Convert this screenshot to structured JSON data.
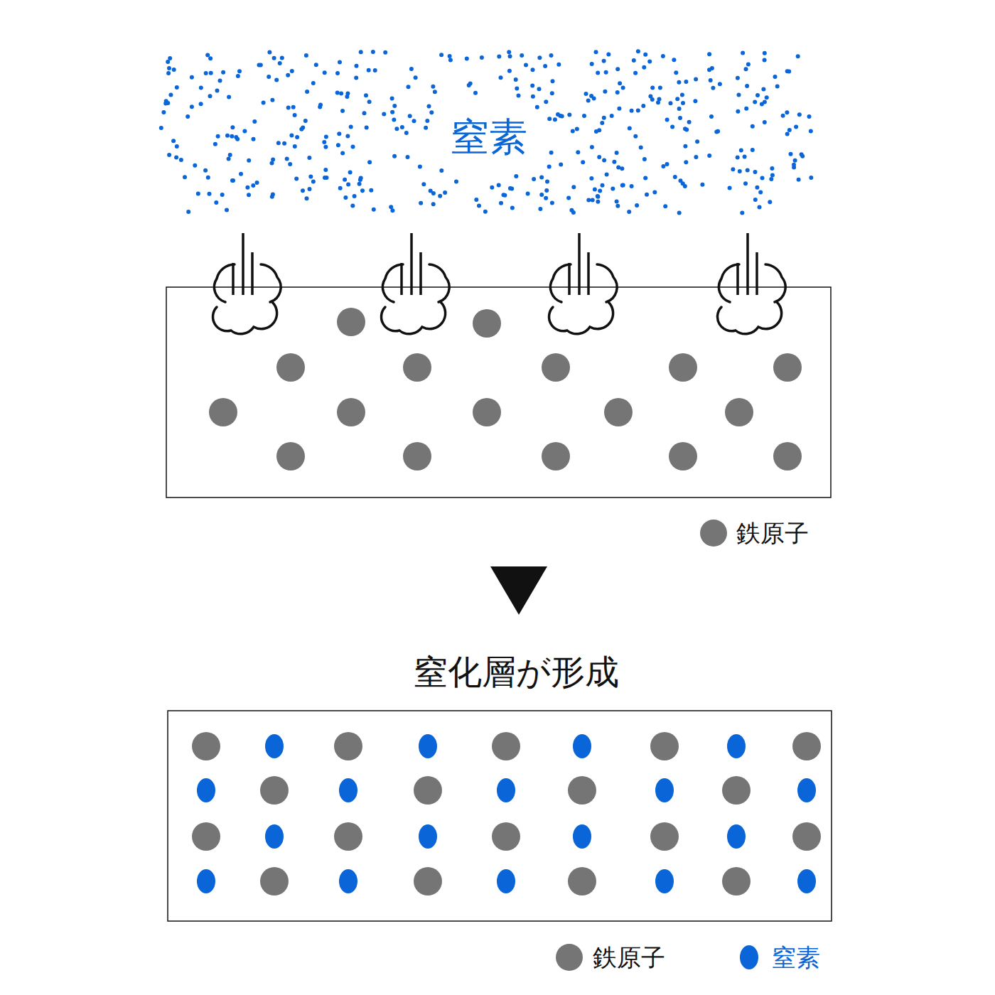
{
  "diagram": {
    "title": "窒化層が形成",
    "labels": [
      "窒素"
    ],
    "legend": [
      {
        "text": "鉄原子",
        "color": "#757575"
      },
      {
        "text": "鉄原子",
        "color": "#757575"
      },
      {
        "text": "窒素",
        "color": "#0a66d8"
      }
    ]
  }
}
